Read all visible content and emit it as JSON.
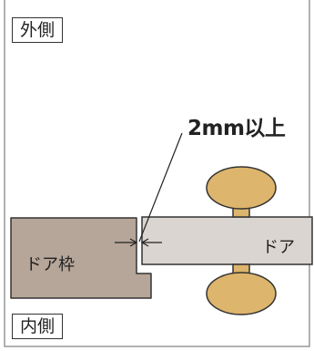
{
  "labels": {
    "outside": "外側",
    "inside": "内側",
    "gap": "2mm以上",
    "frame": "ドア枠",
    "door": "ドア"
  },
  "colors": {
    "frame_fill": "#b5a699",
    "door_fill": "#dad5d0",
    "knob_fill": "#ddb56c",
    "outline": "#333333",
    "border": "#999999"
  }
}
